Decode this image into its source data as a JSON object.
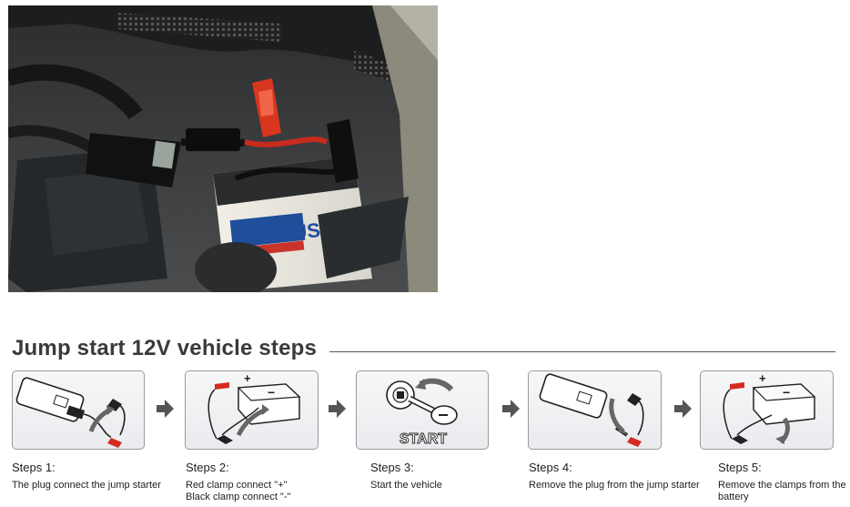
{
  "photo": {
    "battery_brand": "SUMTUS"
  },
  "heading": {
    "title": "Jump start 12V vehicle steps"
  },
  "steps": [
    {
      "title": "Steps 1:",
      "lines": [
        "The plug connect the jump starter"
      ]
    },
    {
      "title": "Steps 2:",
      "lines": [
        "Red clamp connect \"+\"",
        "Black clamp connect \"-\""
      ]
    },
    {
      "title": "Steps 3:",
      "lines": [
        "Start the vehicle"
      ]
    },
    {
      "title": "Steps 4:",
      "lines": [
        "Remove the plug from the jump starter"
      ]
    },
    {
      "title": "Steps 5:",
      "lines": [
        "Remove the clamps from the",
        "battery"
      ]
    }
  ],
  "icons": {
    "step3_label": "START",
    "plus": "+",
    "minus": "−"
  },
  "colors": {
    "arrow": "#555555",
    "clamp_red": "#d42a1f",
    "card_border": "#9a9a9a"
  }
}
